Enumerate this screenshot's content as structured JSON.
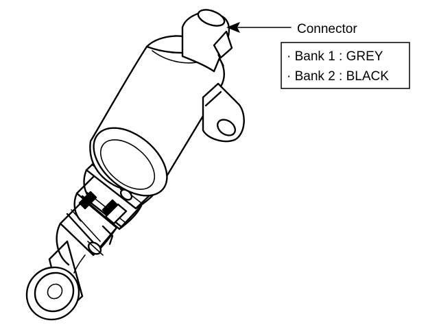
{
  "callout": {
    "connector_label": "Connector",
    "bank_notes": [
      "· Bank 1 : GREY",
      "· Bank 2 : BLACK"
    ]
  },
  "colors": {
    "line": "#000000",
    "background": "#ffffff"
  }
}
